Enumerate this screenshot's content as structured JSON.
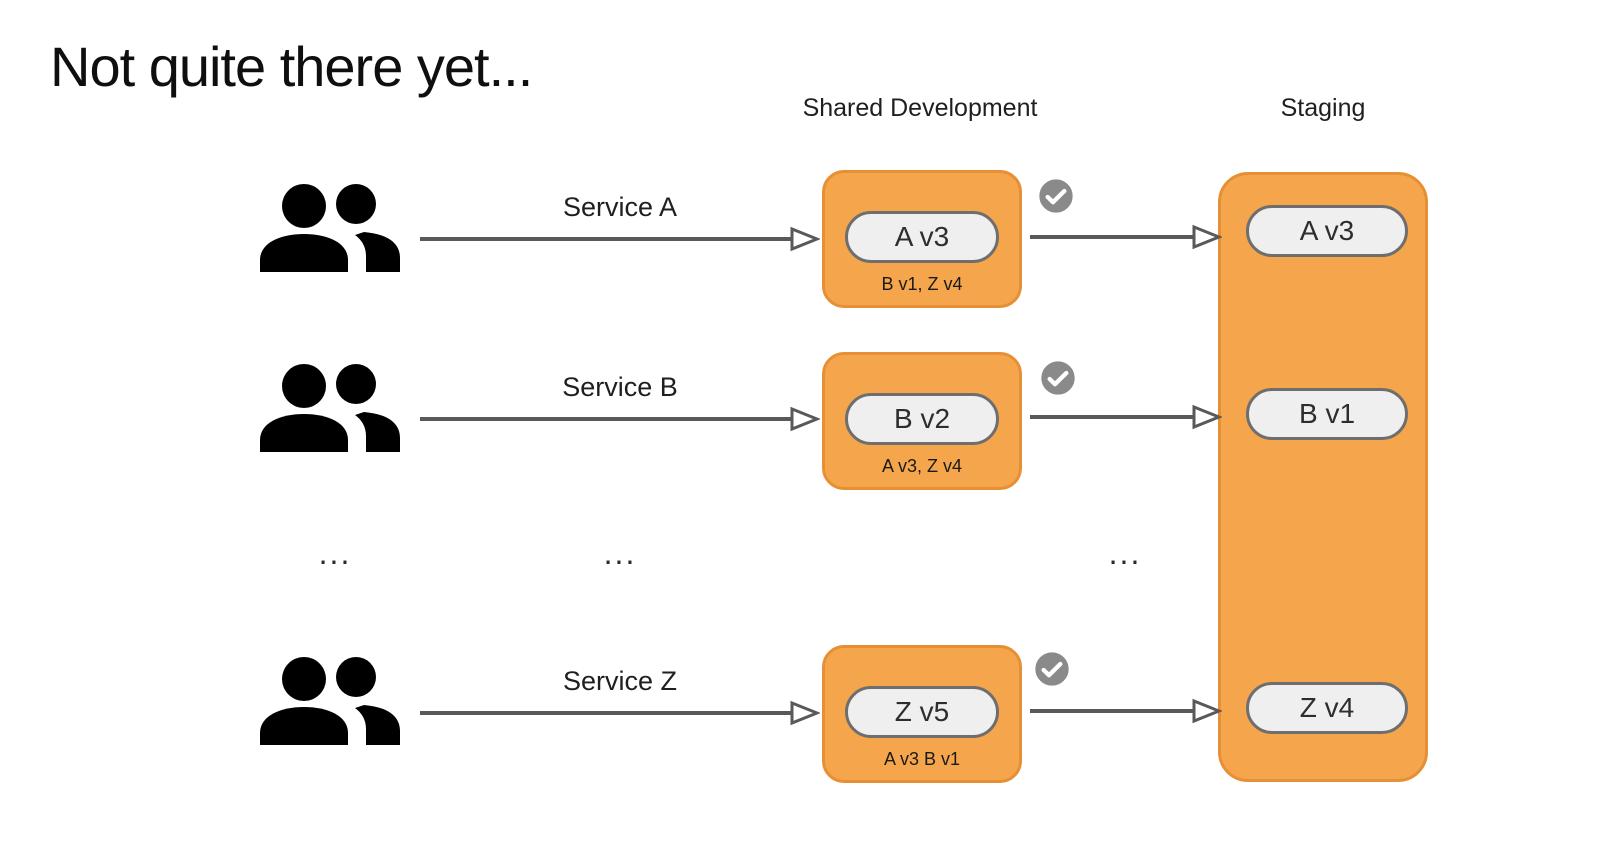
{
  "title": "Not quite there yet...",
  "columns": {
    "shared_development": "Shared Development",
    "staging": "Staging"
  },
  "ellipsis": "...",
  "rows": [
    {
      "service_label": "Service A",
      "dev_version": "A v3",
      "dev_dependencies": "B v1, Z v4",
      "staging_version": "A v3"
    },
    {
      "service_label": "Service B",
      "dev_version": "B v2",
      "dev_dependencies": "A v3, Z v4",
      "staging_version": "B v1"
    },
    {
      "service_label": "Service Z",
      "dev_version": "Z v5",
      "dev_dependencies": "A v3 B v1",
      "staging_version": "Z v4"
    }
  ],
  "colors": {
    "box_fill": "#F5A54B",
    "box_border": "#E78F35",
    "pill_fill": "#EFEFEF",
    "pill_border": "#6E6E6E",
    "arrow": "#595959",
    "check_fill": "#8A8A8A",
    "check_mark": "#FFFFFF"
  }
}
